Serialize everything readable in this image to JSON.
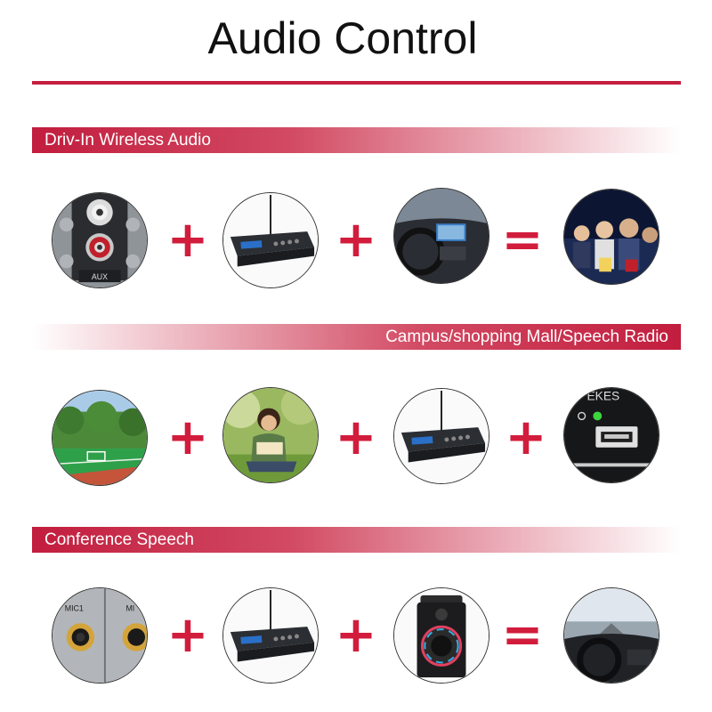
{
  "title": "Audio Control",
  "accent_color": "#c61e3f",
  "sections": [
    {
      "heading": "Driv-In Wireless Audio",
      "items": [
        "aux-rca-jack-photo",
        "fm-transmitter-device-photo",
        "car-dashboard-photo",
        "cinema-audience-photo"
      ],
      "operators": [
        "+",
        "+",
        "="
      ],
      "aux_label": "AUX"
    },
    {
      "heading": "Campus/shopping Mall/Speech Radio",
      "items": [
        "school-field-photo",
        "student-reading-photo",
        "fm-transmitter-device-photo",
        "usb-port-closeup-photo"
      ],
      "operators": [
        "+",
        "+",
        "+"
      ],
      "usb_panel_text": "EKES"
    },
    {
      "heading": "Conference Speech",
      "items": [
        "mic-jack-panel-photo",
        "fm-transmitter-device-photo",
        "party-speaker-photo",
        "driving-car-photo"
      ],
      "operators": [
        "+",
        "+",
        "="
      ],
      "mic_labels": [
        "MIC1",
        "MI"
      ]
    }
  ]
}
